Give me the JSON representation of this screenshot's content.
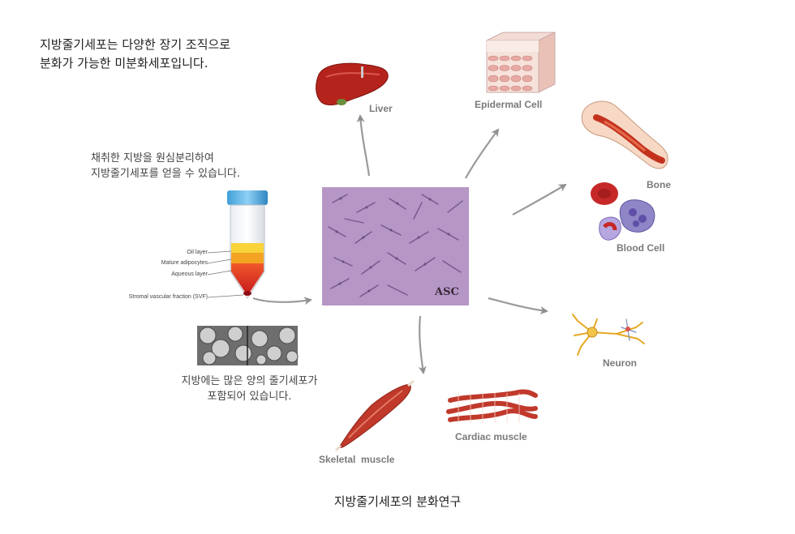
{
  "intro": {
    "line1": "지방줄기세포는 다양한 장기 조직으로",
    "line2": "분화가 가능한 미분화세포입니다."
  },
  "harvest_note": {
    "line1": "채취한 지방을 원심분리하여",
    "line2": "지방줄기세포를 얻을 수 있습니다."
  },
  "tube_labels": {
    "oil": "Oil layer",
    "adipocytes": "Mature adipocytes",
    "aqueous": "Aqueous layer",
    "svf": "Stromal vascular fraction (SVF)"
  },
  "fat_note": {
    "line1": "지방에는 많은 양의 줄기세포가",
    "line2": "포함되어 있습니다."
  },
  "center": {
    "label": "ASC"
  },
  "targets": {
    "liver": "Liver",
    "epidermal": "Epidermal Cell",
    "bone": "Bone",
    "blood": "Blood Cell",
    "neuron": "Neuron",
    "cardiac": "Cardiac muscle",
    "skeletal": "Skeletal  muscle"
  },
  "caption": "지방줄기세포의 분화연구",
  "colors": {
    "asc_bg": "#b596c4",
    "liver": "#b5241c",
    "muscle": "#c0392b",
    "arrow": "#9a9a9a",
    "blood": "#c62828",
    "tube_yellow": "#f3c81b",
    "tube_red": "#d9251f"
  }
}
